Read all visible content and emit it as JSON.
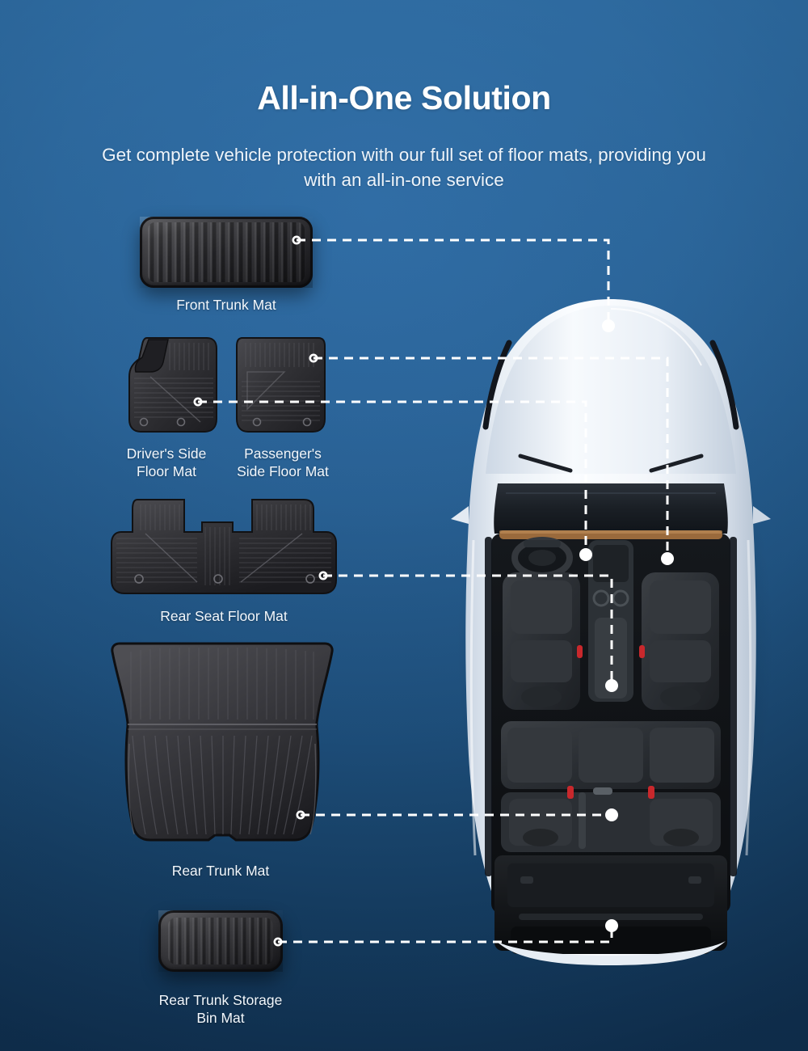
{
  "header": {
    "title": "All-in-One Solution",
    "subtitle": "Get complete vehicle protection with our full set of floor mats, providing you with an all-in-one service"
  },
  "colors": {
    "background_top": "#2f6ba3",
    "background_bottom": "#11304f",
    "title_text": "#ffffff",
    "subtitle_text": "#eef4fa",
    "label_text": "#f2f7fc",
    "connector_line": "#ffffff",
    "mat_dark": "#2e2e32",
    "car_body": "#eef2f7",
    "car_interior": "#1b1d20",
    "dash_trim": "#9a6a3c",
    "seatbelt_buckle": "#c8282c"
  },
  "products": [
    {
      "id": "front-trunk-mat",
      "label": "Front Trunk Mat"
    },
    {
      "id": "drivers-side-floor-mat",
      "label": "Driver's Side\nFloor Mat"
    },
    {
      "id": "passengers-side-floor-mat",
      "label": "Passenger's\nSide Floor Mat"
    },
    {
      "id": "rear-seat-floor-mat",
      "label": "Rear Seat Floor Mat"
    },
    {
      "id": "rear-trunk-mat",
      "label": "Rear Trunk Mat"
    },
    {
      "id": "rear-trunk-storage-bin-mat",
      "label": "Rear Trunk Storage\nBin Mat"
    }
  ],
  "callouts": [
    {
      "id": "callout-front-trunk",
      "from": "front-trunk-mat",
      "to": "car-front-trunk"
    },
    {
      "id": "callout-passenger",
      "from": "passengers-side-floor-mat",
      "to": "car-passenger-footwell"
    },
    {
      "id": "callout-driver",
      "from": "drivers-side-floor-mat",
      "to": "car-driver-footwell"
    },
    {
      "id": "callout-rear-seat",
      "from": "rear-seat-floor-mat",
      "to": "car-rear-footwell"
    },
    {
      "id": "callout-rear-trunk",
      "from": "rear-trunk-mat",
      "to": "car-cargo-area"
    },
    {
      "id": "callout-bin",
      "from": "rear-trunk-storage-bin-mat",
      "to": "car-under-floor-bin"
    }
  ],
  "vehicle": {
    "id": "vehicle-top-view",
    "view": "top-down",
    "body_color": "white"
  }
}
